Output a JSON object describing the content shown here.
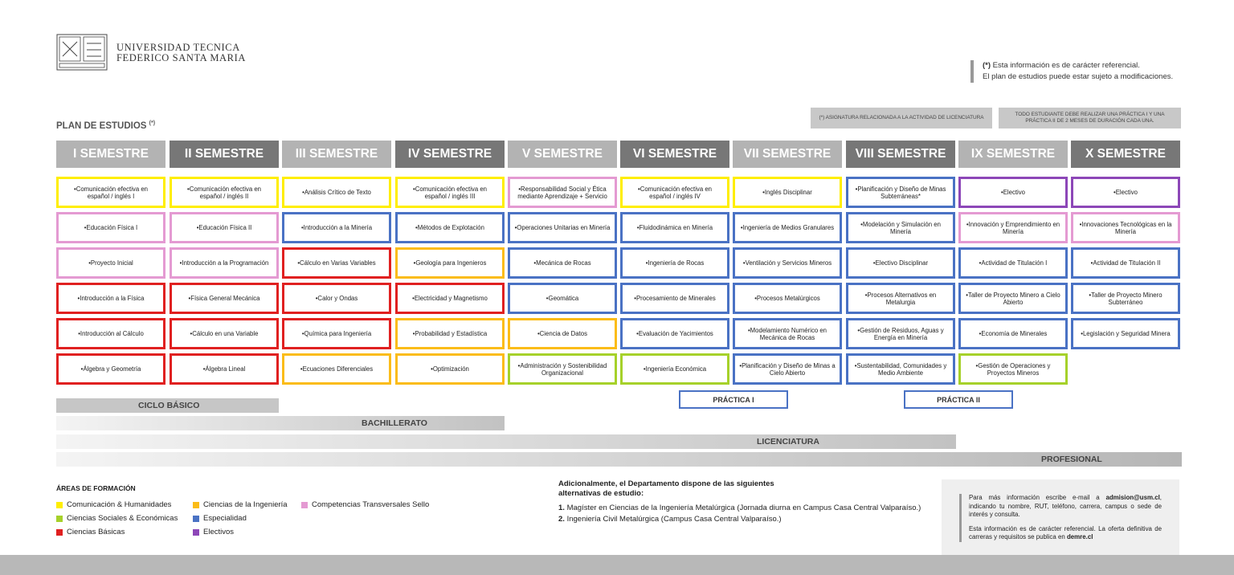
{
  "header": {
    "university_line1": "UNIVERSIDAD TECNICA",
    "university_line2": "FEDERICO SANTA MARIA",
    "logo": "university-crest-icon"
  },
  "disclaimer": {
    "line1_mark": "(*)",
    "line1": " Esta información es de carácter referencial.",
    "line2": "El plan de estudios puede estar sujeto a modificaciones."
  },
  "notes": {
    "licenciatura_note": "(*) ASIGNATURA RELACIONADA A LA ACTIVIDAD DE LICENCIATURA",
    "practica_note": "TODO ESTUDIANTE DEBE REALIZAR UNA PRÁCTICA I Y UNA PRÁCTICA II DE 2 MESES DE DURACIÓN CADA UNA."
  },
  "plan_title": "PLAN DE ESTUDIOS",
  "plan_title_mark": "(*)",
  "colors": {
    "comunicacion": "#ffee00",
    "ciencias_sociales": "#a6d12a",
    "ciencias_basicas": "#e02020",
    "ciencias_ingenieria": "#fbbc18",
    "especialidad": "#4a72c4",
    "electivos": "#8d47b8",
    "competencias": "#e49ad2"
  },
  "semesters": [
    {
      "label": "I SEMESTRE",
      "courses": [
        {
          "name": "•Comunicación efectiva en español / inglés I",
          "area": "comunicacion"
        },
        {
          "name": "•Educación Física I",
          "area": "competencias"
        },
        {
          "name": "•Proyecto Inicial",
          "area": "competencias"
        },
        {
          "name": "•Introducción a la Física",
          "area": "ciencias_basicas"
        },
        {
          "name": "•Introducción al Cálculo",
          "area": "ciencias_basicas"
        },
        {
          "name": "•Álgebra y Geometría",
          "area": "ciencias_basicas"
        }
      ]
    },
    {
      "label": "II SEMESTRE",
      "courses": [
        {
          "name": "•Comunicación efectiva en español / inglés II",
          "area": "comunicacion"
        },
        {
          "name": "•Educación Física II",
          "area": "competencias"
        },
        {
          "name": "•Introducción a la Programación",
          "area": "competencias"
        },
        {
          "name": "•Física General Mecánica",
          "area": "ciencias_basicas"
        },
        {
          "name": "•Cálculo en una Variable",
          "area": "ciencias_basicas"
        },
        {
          "name": "•Álgebra Lineal",
          "area": "ciencias_basicas"
        }
      ]
    },
    {
      "label": "III SEMESTRE",
      "courses": [
        {
          "name": "•Análisis Crítico de Texto",
          "area": "comunicacion"
        },
        {
          "name": "•Introducción a la Minería",
          "area": "especialidad"
        },
        {
          "name": "•Cálculo en Varias Variables",
          "area": "ciencias_basicas"
        },
        {
          "name": "•Calor y Ondas",
          "area": "ciencias_basicas"
        },
        {
          "name": "•Química para Ingeniería",
          "area": "ciencias_basicas"
        },
        {
          "name": "•Ecuaciones Diferenciales",
          "area": "ciencias_ingenieria"
        }
      ]
    },
    {
      "label": "IV SEMESTRE",
      "courses": [
        {
          "name": "•Comunicación efectiva en español / inglés III",
          "area": "comunicacion"
        },
        {
          "name": "•Métodos de Explotación",
          "area": "especialidad"
        },
        {
          "name": "•Geología para Ingenieros",
          "area": "ciencias_ingenieria"
        },
        {
          "name": "•Electricidad y Magnetismo",
          "area": "ciencias_basicas"
        },
        {
          "name": "•Probabilidad y Estadística",
          "area": "ciencias_ingenieria"
        },
        {
          "name": "•Optimización",
          "area": "ciencias_ingenieria"
        }
      ]
    },
    {
      "label": "V SEMESTRE",
      "courses": [
        {
          "name": "•Responsabilidad Social y Ética mediante Aprendizaje + Servicio",
          "area": "competencias"
        },
        {
          "name": "•Operaciones Unitarias en Minería",
          "area": "especialidad"
        },
        {
          "name": "•Mecánica de Rocas",
          "area": "especialidad"
        },
        {
          "name": "•Geomática",
          "area": "especialidad"
        },
        {
          "name": "•Ciencia de Datos",
          "area": "ciencias_ingenieria"
        },
        {
          "name": "•Administración y Sostenibilidad Organizacional",
          "area": "ciencias_sociales"
        }
      ]
    },
    {
      "label": "VI SEMESTRE",
      "courses": [
        {
          "name": "•Comunicación efectiva en español / inglés IV",
          "area": "comunicacion"
        },
        {
          "name": "•Fluidodinámica en Minería",
          "area": "especialidad"
        },
        {
          "name": "•Ingeniería de Rocas",
          "area": "especialidad"
        },
        {
          "name": "•Procesamiento de Minerales",
          "area": "especialidad"
        },
        {
          "name": "•Evaluación de Yacimientos",
          "area": "especialidad"
        },
        {
          "name": "•Ingeniería Económica",
          "area": "ciencias_sociales"
        }
      ]
    },
    {
      "label": "VII SEMESTRE",
      "courses": [
        {
          "name": "•Inglés Disciplinar",
          "area": "comunicacion"
        },
        {
          "name": "•Ingeniería de Medios Granulares",
          "area": "especialidad"
        },
        {
          "name": "•Ventilación y Servicios Mineros",
          "area": "especialidad"
        },
        {
          "name": "•Procesos Metalúrgicos",
          "area": "especialidad"
        },
        {
          "name": "•Modelamiento Numérico en Mecánica de Rocas",
          "area": "especialidad"
        },
        {
          "name": "•Planificación y Diseño de Minas a Cielo Abierto",
          "area": "especialidad"
        }
      ]
    },
    {
      "label": "VIII SEMESTRE",
      "courses": [
        {
          "name": "•Planificación y Diseño de Minas Subterráneas*",
          "area": "especialidad"
        },
        {
          "name": "•Modelación y Simulación en Minería",
          "area": "especialidad"
        },
        {
          "name": "•Electivo Disciplinar",
          "area": "especialidad"
        },
        {
          "name": "•Procesos Alternativos en Metalurgia",
          "area": "especialidad"
        },
        {
          "name": "•Gestión de Residuos, Aguas y Energía en Minería",
          "area": "especialidad"
        },
        {
          "name": "•Sustentabilidad, Comunidades y Medio Ambiente",
          "area": "especialidad"
        }
      ]
    },
    {
      "label": "IX SEMESTRE",
      "courses": [
        {
          "name": "•Electivo",
          "area": "electivos"
        },
        {
          "name": "•Innovación y Emprendimiento en Minería",
          "area": "competencias"
        },
        {
          "name": "•Actividad de Titulación I",
          "area": "especialidad"
        },
        {
          "name": "•Taller de Proyecto Minero a Cielo Abierto",
          "area": "especialidad"
        },
        {
          "name": "•Economía de Minerales",
          "area": "especialidad"
        },
        {
          "name": "•Gestión de Operaciones y Proyectos Mineros",
          "area": "ciencias_sociales"
        }
      ]
    },
    {
      "label": "X SEMESTRE",
      "courses": [
        {
          "name": "•Electivo",
          "area": "electivos"
        },
        {
          "name": "•Innovaciones Tecnológicas en la Minería",
          "area": "competencias"
        },
        {
          "name": "•Actividad de Titulación II",
          "area": "especialidad"
        },
        {
          "name": "•Taller de Proyecto Minero Subterráneo",
          "area": "especialidad"
        },
        {
          "name": "•Legislación y Seguridad Minera",
          "area": "especialidad"
        }
      ]
    }
  ],
  "practicas": [
    "PRÁCTICA I",
    "PRÁCTICA II"
  ],
  "cycles": [
    "CICLO BÁSICO",
    "BACHILLERATO",
    "LICENCIATURA",
    "PROFESIONAL"
  ],
  "areas": {
    "title": "ÁREAS DE FORMACIÓN",
    "items": [
      {
        "label": "Comunicación & Humanidades",
        "area": "comunicacion"
      },
      {
        "label": "Ciencias Sociales & Económicas",
        "area": "ciencias_sociales"
      },
      {
        "label": "Ciencias Básicas",
        "area": "ciencias_basicas"
      },
      {
        "label": "Ciencias de la Ingeniería",
        "area": "ciencias_ingenieria"
      },
      {
        "label": "Especialidad",
        "area": "especialidad"
      },
      {
        "label": "Electivos",
        "area": "electivos"
      },
      {
        "label": "Competencias Transversales Sello",
        "area": "competencias"
      }
    ]
  },
  "additional": {
    "title": "Adicionalmente, el Departamento dispone de las siguientes alternativas de estudio:",
    "items": [
      {
        "num": "1.",
        "text": "Magíster en Ciencias de la Ingeniería Metalúrgica  (Jornada diurna en Campus Casa Central Valparaíso.)"
      },
      {
        "num": "2.",
        "text": "Ingeniería Civil Metalúrgica  (Campus Casa Central Valparaíso.)"
      }
    ]
  },
  "info": {
    "p1_a": "Para más información escribe e-mail a ",
    "p1_email": "admision@usm.cl",
    "p1_b": ", indicando tu nombre, RUT, teléfono, carrera, campus o sede de interés y consulta.",
    "p2_a": "Esta información es de carácter referencial. La oferta definitiva de carreras y requisitos se publica en ",
    "p2_link": "demre.cl"
  }
}
